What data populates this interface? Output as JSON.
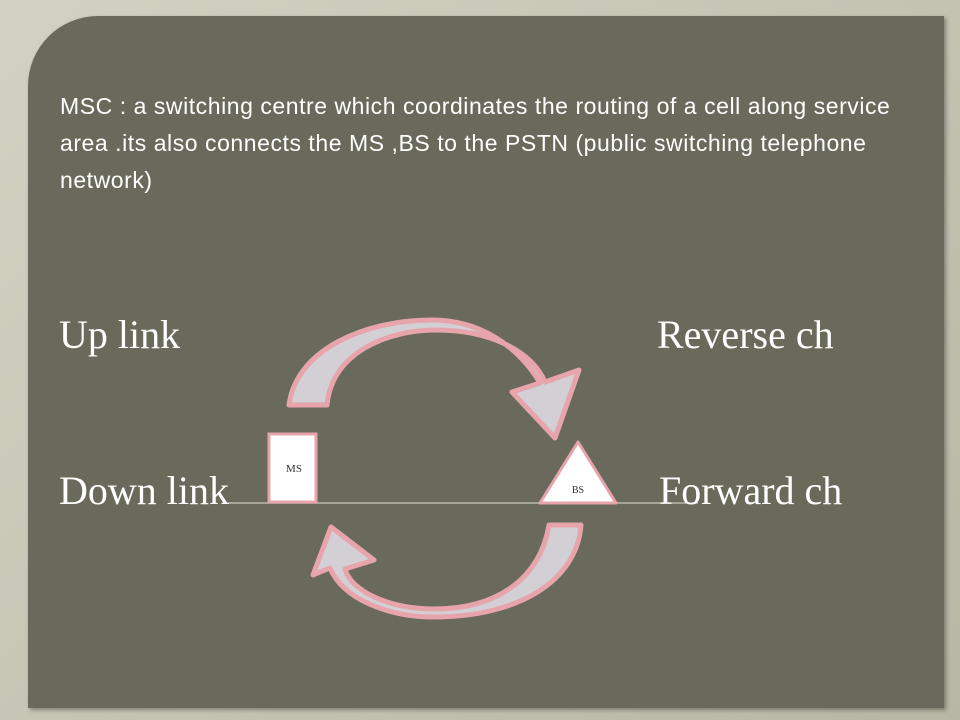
{
  "slide": {
    "paragraph": "MSC : a switching centre which coordinates the routing of a cell along service area .its also connects the MS ,BS to the PSTN (public switching telephone network)",
    "labels": {
      "up_link": "Up link",
      "reverse_ch": "Reverse ch",
      "down_link": "Down link",
      "forward_ch": "Forward ch"
    },
    "diagram": {
      "ms_label": "MS",
      "bs_label": "BS"
    }
  },
  "colors": {
    "background": "#696a5b",
    "arrow_fill": "#d2d0d4",
    "arrow_outline": "#e8a4ab",
    "text": "#ffffff"
  }
}
